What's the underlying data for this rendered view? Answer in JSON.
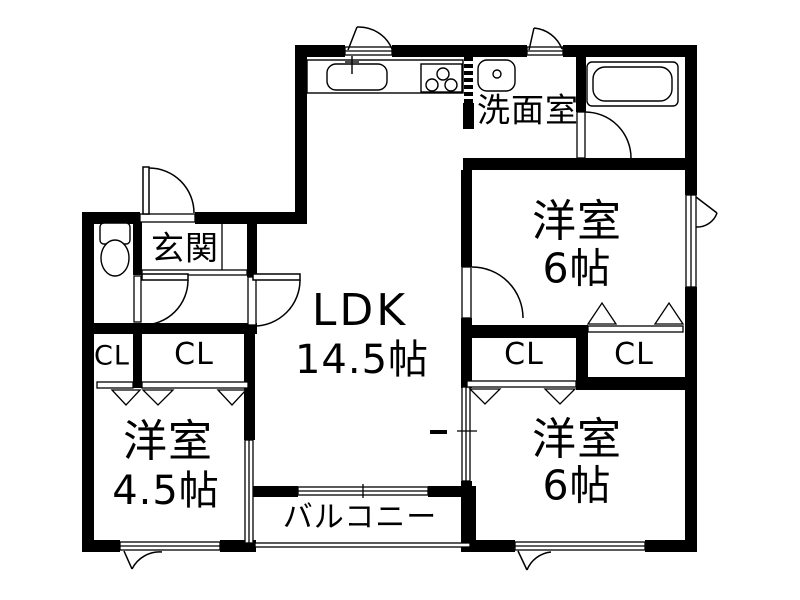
{
  "floorplan": {
    "background_color": "#ffffff",
    "line_color": "#000000",
    "rooms": {
      "washroom": {
        "name": "洗面室"
      },
      "entrance": {
        "name": "玄関"
      },
      "ldk": {
        "name": "LDK",
        "size": "14.5帖"
      },
      "bedroom_ne": {
        "name": "洋室",
        "size": "6帖"
      },
      "bedroom_sw": {
        "name": "洋室",
        "size": "4.5帖"
      },
      "bedroom_se": {
        "name": "洋室",
        "size": "6帖"
      },
      "balcony": {
        "name": "バルコニー"
      },
      "closet_left_1": {
        "label": "CL"
      },
      "closet_left_2": {
        "label": "CL"
      },
      "closet_right_1": {
        "label": "CL"
      },
      "closet_right_2": {
        "label": "CL"
      }
    }
  }
}
